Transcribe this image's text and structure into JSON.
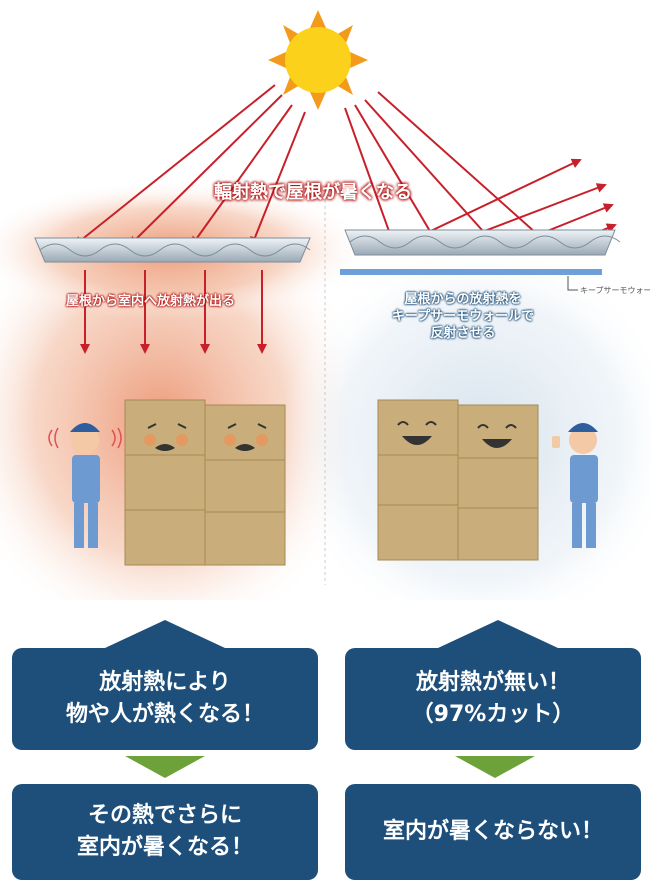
{
  "top_banner": "輻射熱で屋根が暑くなる",
  "left_panel": {
    "label": "屋根から室内へ放射熱が出る"
  },
  "right_panel": {
    "sheet_label": "キープサーモウォール",
    "reflect_line1": "屋根からの放射熱を",
    "reflect_line2": "キープサーモウォールで",
    "reflect_line3": "反射させる"
  },
  "left_column": {
    "box1_line1": "放射熱により",
    "box1_line2": "物や人が熱くなる！",
    "box2_line1": "その熱でさらに",
    "box2_line2": "室内が暑くなる！"
  },
  "right_column": {
    "box1_line1": "放射熱が無い！",
    "box1_line2": "（97%カット）",
    "box2_line1": "室内が暑くならない！"
  },
  "colors": {
    "box_navy": "#1d4f7a",
    "arrow_green": "#6da23a",
    "ray_red": "#c8202a",
    "sheet_blue": "#6f9fd8",
    "sun_yellow": "#fbd11c"
  }
}
